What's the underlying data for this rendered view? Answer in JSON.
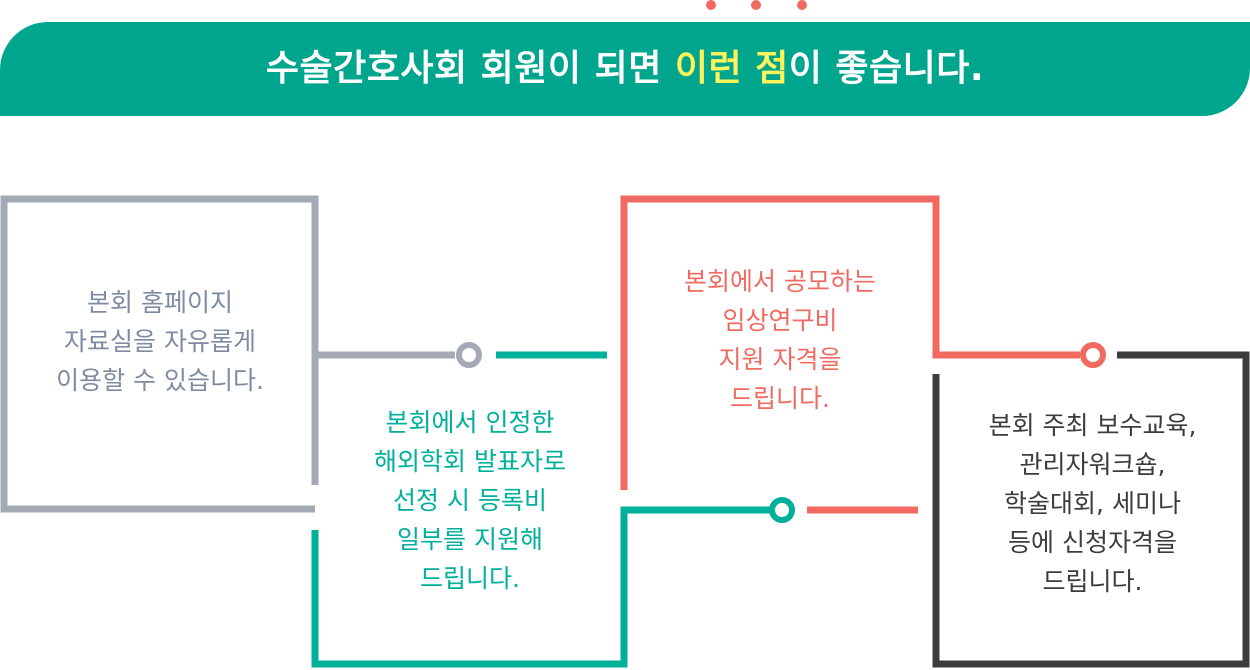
{
  "banner": {
    "title_before": "수술간호사회 회원이 되면 ",
    "title_highlight1": "이런",
    "title_space": " ",
    "title_highlight2": "점",
    "title_after": "이 좋습니다."
  },
  "colors": {
    "banner": "#00a58e",
    "highlight": "#fff35c",
    "gray": "#a3aab6",
    "gray_text": "#7f8ba3",
    "teal": "#00b09b",
    "coral": "#f06a62",
    "dark": "#3c3c3c"
  },
  "benefits": [
    {
      "lines": [
        "본회 홈페이지",
        "자료실을 자유롭게",
        "이용할 수 있습니다."
      ]
    },
    {
      "lines": [
        "본회에서 인정한",
        "해외학회 발표자로",
        "선정 시 등록비",
        "일부를 지원해",
        "드립니다."
      ]
    },
    {
      "lines": [
        "본회에서 공모하는",
        "임상연구비",
        "지원 자격을",
        "드립니다."
      ]
    },
    {
      "lines": [
        "본회 주최 보수교육,",
        "관리자워크숍,",
        "학술대회, 세미나",
        "등에 신청자격을",
        "드립니다."
      ]
    }
  ]
}
